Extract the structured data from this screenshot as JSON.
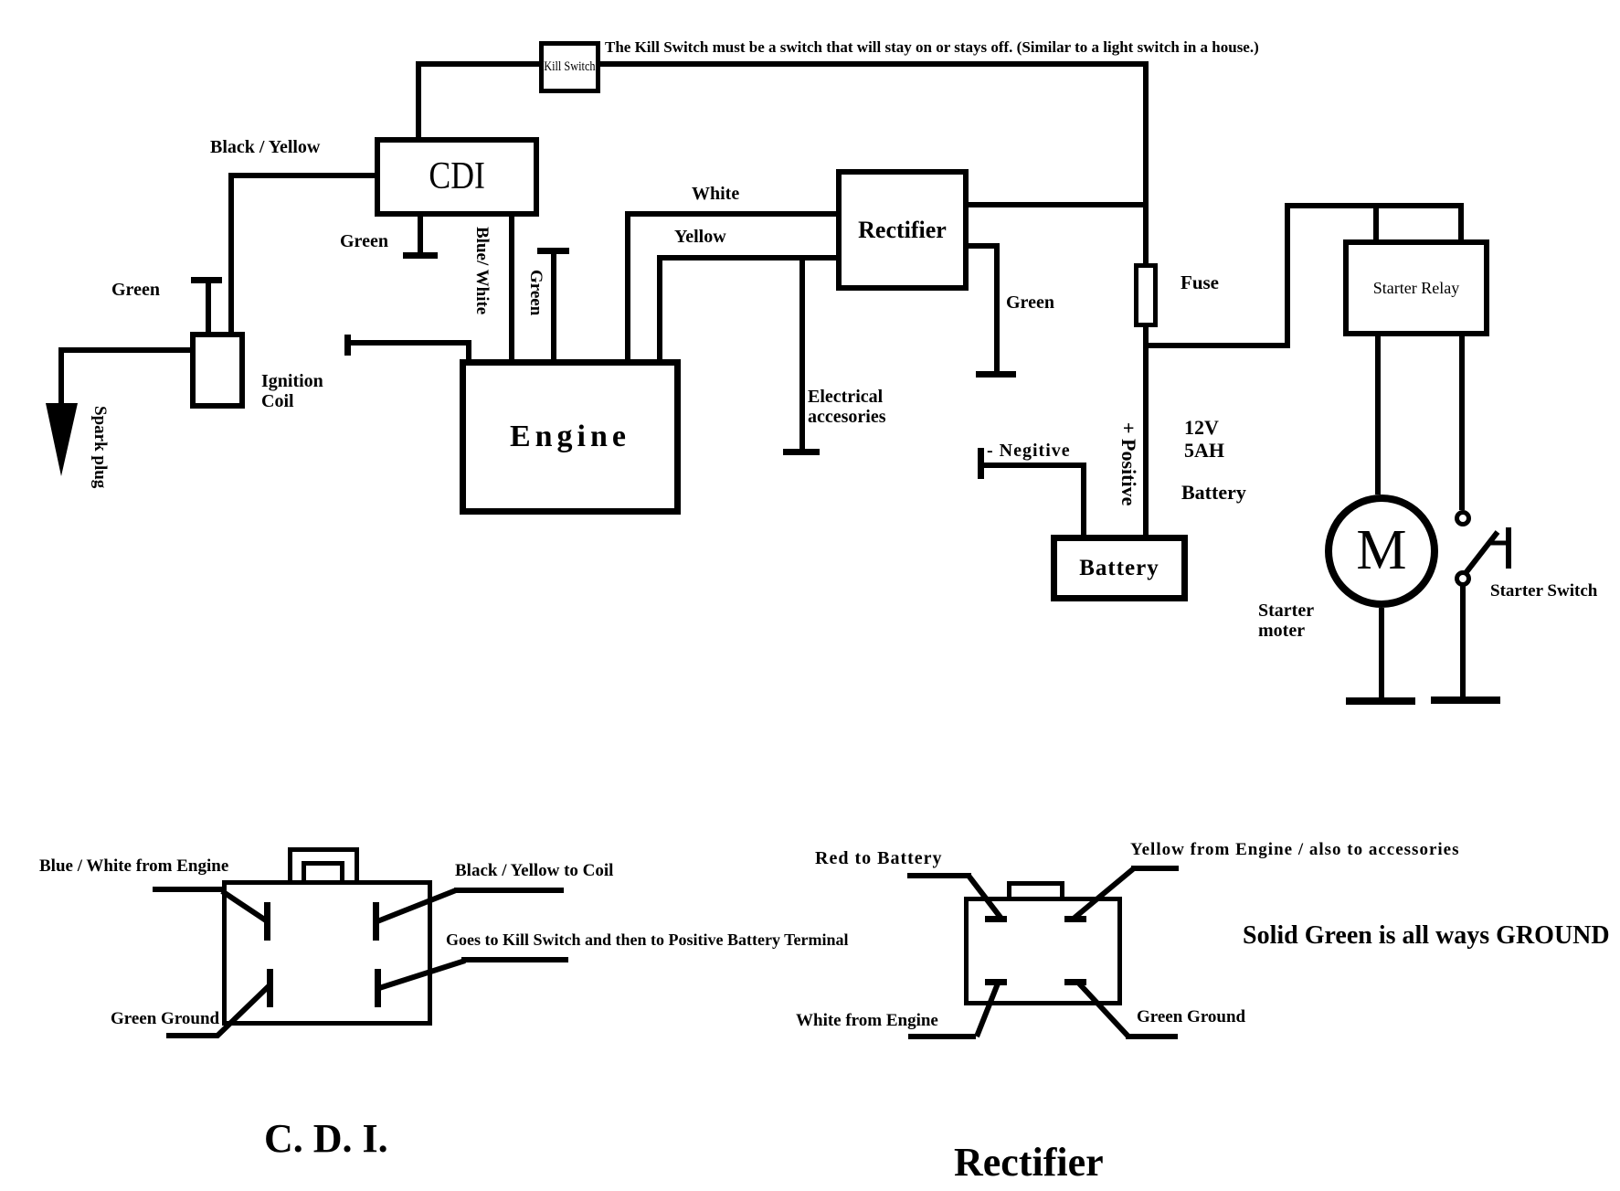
{
  "note": "The Kill Switch must be a switch that will stay on or stays off.  (Similar to a light switch in a house.)",
  "boxes": {
    "kill_switch": "Kill Switch",
    "cdi": "CDI",
    "engine": "Engine",
    "rectifier": "Rectifier",
    "starter_relay": "Starter Relay",
    "battery": "Battery",
    "motor": "M"
  },
  "labels": {
    "black_yellow": "Black / Yellow",
    "green_cdi": "Green",
    "blue_white": "Blue/ White",
    "green_engine": "Green",
    "green_coil": "Green",
    "ignition_line1": "Ignition",
    "ignition_line2": "Coil",
    "spark_plug": "Spark plug",
    "white": "White",
    "yellow": "Yellow",
    "electrical_line1": "Electrical",
    "electrical_line2": "accesories",
    "green_rectifier": "Green",
    "fuse": "Fuse",
    "negative": "- Negitive",
    "positive": "+ Positive",
    "batt_12v": "12V",
    "batt_5ah": "5AH",
    "batt_word": "Battery",
    "starter_moter_line1": "Starter",
    "starter_moter_line2": "moter",
    "starter_switch": "Starter Switch"
  },
  "cdi_connector": {
    "blue_white": "Blue / White from Engine",
    "black_yellow": "Black / Yellow to Coil",
    "kill": "Goes to Kill Switch and then to Positive Battery Terminal",
    "green_ground": "Green Ground",
    "title": "C. D. I."
  },
  "rect_connector": {
    "red": "Red to Battery",
    "yellow": "Yellow from Engine / also to accessories",
    "white": "White from Engine",
    "green_ground": "Green Ground",
    "solid_green": "Solid Green is all ways GROUND",
    "title": "Rectifier"
  },
  "colors": {
    "ink": "#000000",
    "paper": "#ffffff"
  }
}
